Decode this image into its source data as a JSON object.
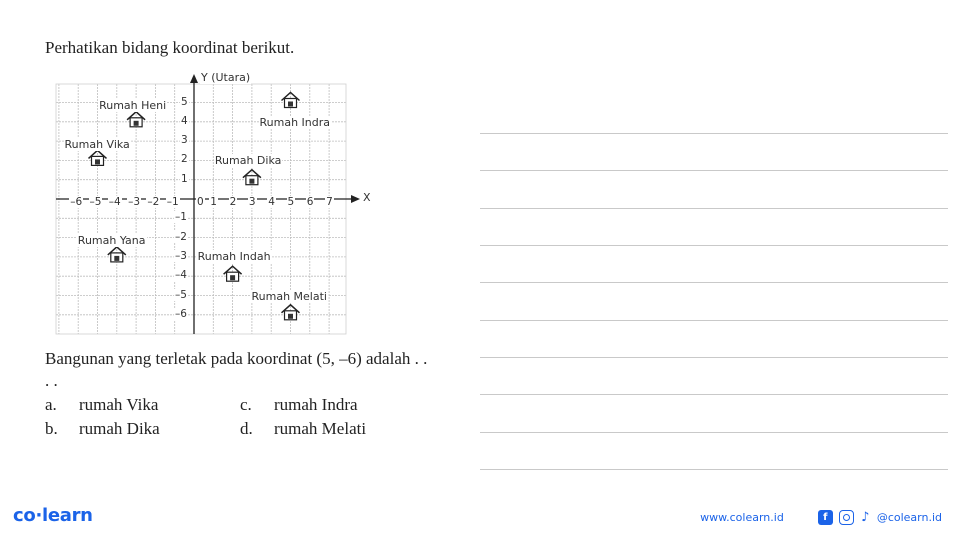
{
  "question": {
    "title": "Perhatikan bidang koordinat berikut.",
    "stem": "Bangunan yang terletak pada koordinat (5, –6) adalah . . . .",
    "options": [
      {
        "letter": "a.",
        "text": "rumah Vika"
      },
      {
        "letter": "c.",
        "text": "rumah Indra"
      },
      {
        "letter": "b.",
        "text": "rumah Dika"
      },
      {
        "letter": "d.",
        "text": "rumah Melati"
      }
    ]
  },
  "plane": {
    "y_axis_label": "Y (Utara)",
    "x_axis_label": "X",
    "x_ticks": [
      "–6",
      "–5",
      "–4",
      "–3",
      "–2",
      "–1",
      "0",
      "1",
      "2",
      "3",
      "4",
      "5",
      "6",
      "7"
    ],
    "y_ticks_pos": [
      "5",
      "4",
      "3",
      "2",
      "1"
    ],
    "y_ticks_neg": [
      "–1",
      "–2",
      "–3",
      "–4",
      "–5",
      "–6"
    ],
    "x_range": [
      -7,
      8
    ],
    "y_range": [
      -7,
      7
    ],
    "houses": [
      {
        "label": "Rumah Heni",
        "x": -3,
        "y": 4,
        "icon": "house-icon"
      },
      {
        "label": "Rumah Indra",
        "x": 5,
        "y": 5,
        "icon": "house-icon"
      },
      {
        "label": "Rumah Vika",
        "x": -5,
        "y": 2,
        "icon": "house-icon"
      },
      {
        "label": "Rumah Dika",
        "x": 3,
        "y": 1,
        "icon": "house-icon"
      },
      {
        "label": "Rumah Yana",
        "x": -4,
        "y": -3,
        "icon": "house-icon"
      },
      {
        "label": "Rumah Indah",
        "x": 2,
        "y": -4,
        "icon": "house-icon"
      },
      {
        "label": "Rumah Melati",
        "x": 5,
        "y": -6,
        "icon": "house-icon"
      }
    ]
  },
  "footer": {
    "brand_part1": "co",
    "brand_dot": "·",
    "brand_part2": "learn",
    "website": "www.colearn.id",
    "social_handle": "@colearn.id",
    "icons": [
      "facebook-icon",
      "instagram-icon",
      "tiktok-icon"
    ],
    "brand_color": "#1b63e8"
  }
}
